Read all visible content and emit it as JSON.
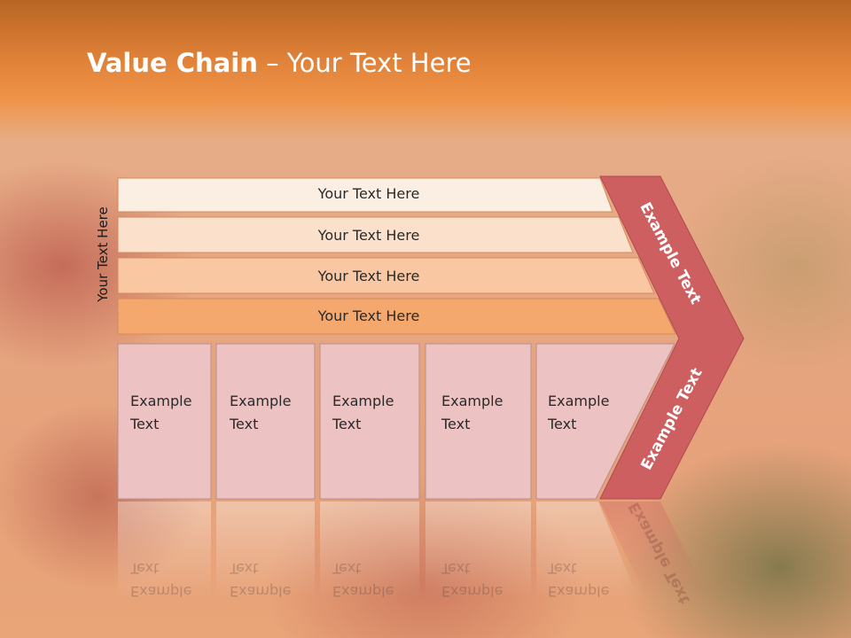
{
  "title": {
    "bold": "Value Chain",
    "rest": " – Your Text Here"
  },
  "side_label": "Your Text Here",
  "bars": [
    {
      "label": "Your Text Here"
    },
    {
      "label": "Your Text Here"
    },
    {
      "label": "Your Text Here"
    },
    {
      "label": "Your Text Here"
    }
  ],
  "boxes": [
    {
      "line1": "Example",
      "line2": "Text"
    },
    {
      "line1": "Example",
      "line2": "Text"
    },
    {
      "line1": "Example",
      "line2": "Text"
    },
    {
      "line1": "Example",
      "line2": "Text"
    },
    {
      "line1": "Example",
      "line2": "Text"
    }
  ],
  "chevron": {
    "upper_label": "Example Text",
    "lower_label": "Example Text"
  },
  "colors": {
    "title_band": "#e2833a",
    "bar_1": "#fbefe4",
    "bar_2": "#fbe0cb",
    "bar_3": "#f9c7a1",
    "bar_4": "#f5a86e",
    "box_fill": "#ecc2c3",
    "chevron": "#cd5f60"
  }
}
